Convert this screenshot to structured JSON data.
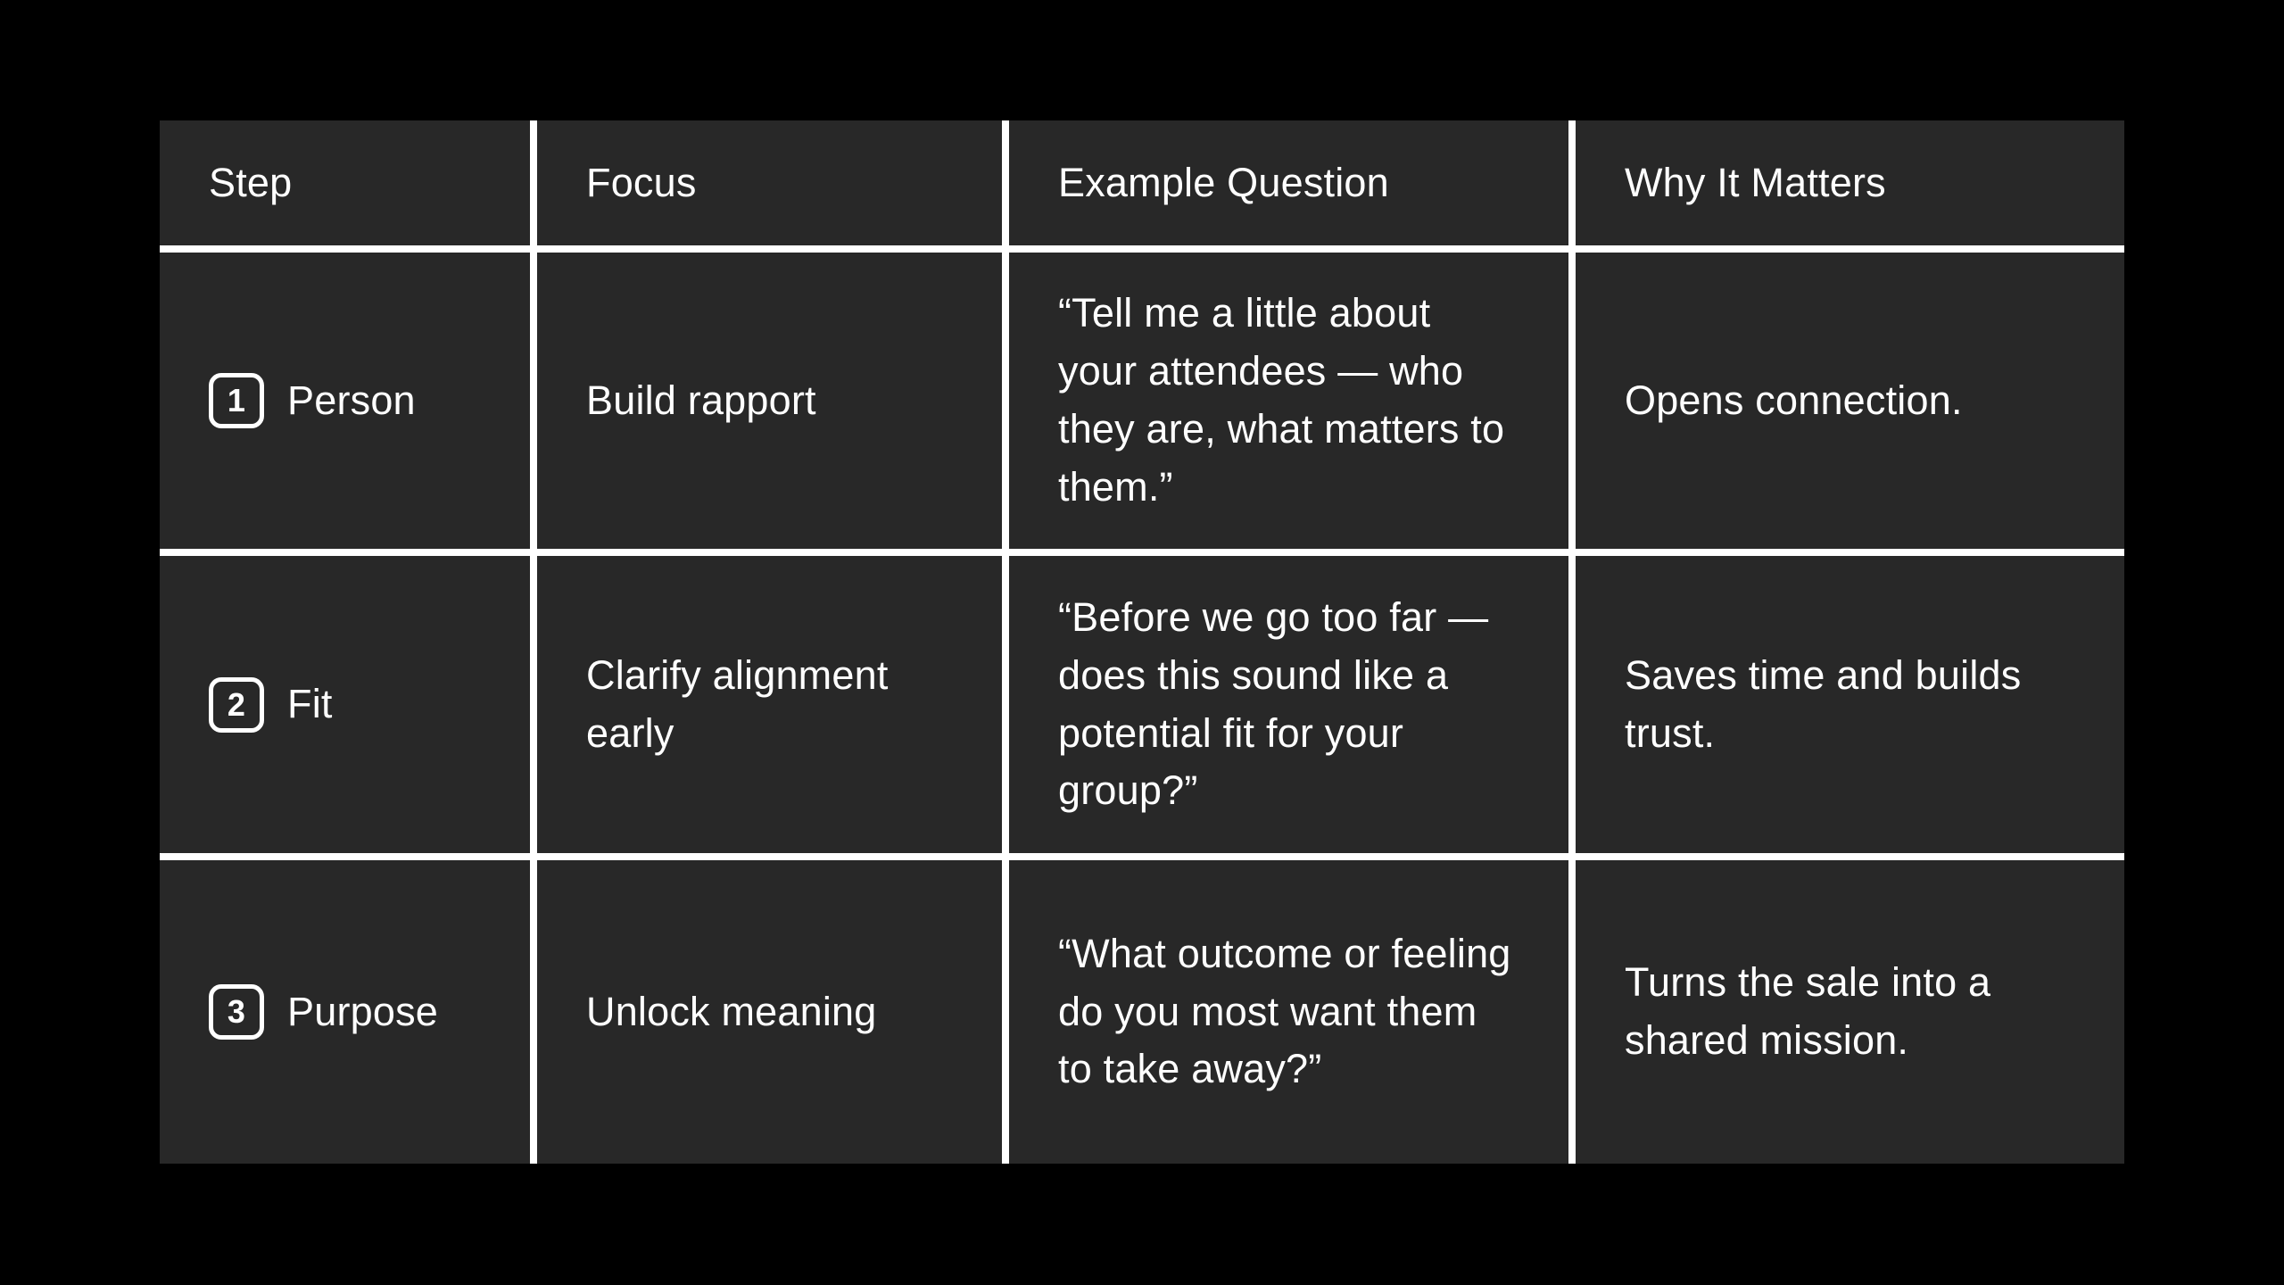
{
  "page": {
    "background_color": "#000000",
    "cell_background_color": "#282828",
    "gridline_color": "#ffffff",
    "text_color": "#ffffff"
  },
  "table": {
    "columns": {
      "step": "Step",
      "focus": "Focus",
      "example_question": "Example Question",
      "why_it_matters": "Why It Matters"
    },
    "rows": [
      {
        "step_number": "1",
        "step_label": "Person",
        "focus": "Build rapport",
        "example_question": "“Tell me a little about your attendees — who they are, what matters to them.”",
        "why_it_matters": "Opens connection."
      },
      {
        "step_number": "2",
        "step_label": "Fit",
        "focus": "Clarify alignment early",
        "example_question": "“Before we go too far — does this sound like a potential fit for your group?”",
        "why_it_matters": "Saves time and builds trust."
      },
      {
        "step_number": "3",
        "step_label": "Purpose",
        "focus": "Unlock meaning",
        "example_question": "“What outcome or feeling do you most want them to take away?”",
        "why_it_matters": "Turns the sale into a shared mission."
      }
    ]
  }
}
